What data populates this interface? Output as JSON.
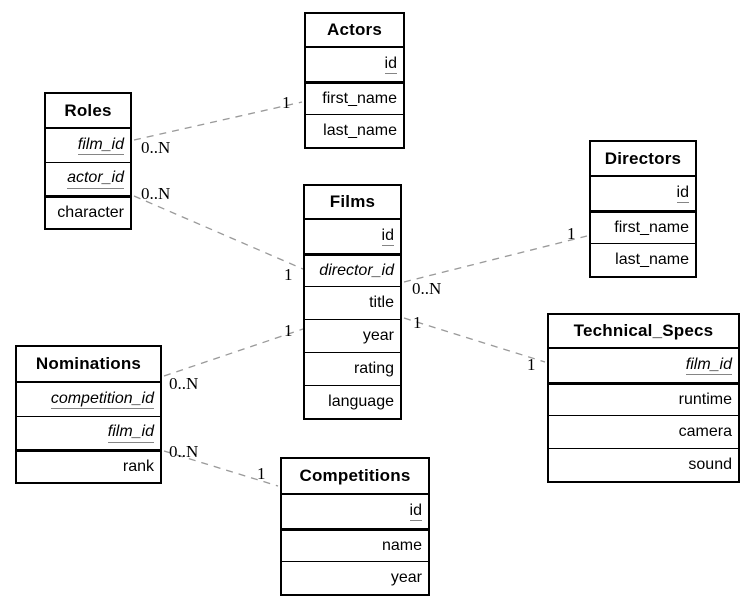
{
  "tables": [
    {
      "name": "Actors",
      "fields": [
        {
          "label": "id",
          "pk": true,
          "fk": false
        },
        {
          "label": "first_name",
          "pk": false,
          "fk": false
        },
        {
          "label": "last_name",
          "pk": false,
          "fk": false
        }
      ]
    },
    {
      "name": "Roles",
      "fields": [
        {
          "label": "film_id",
          "pk": true,
          "fk": true
        },
        {
          "label": "actor_id",
          "pk": true,
          "fk": true
        },
        {
          "label": "character",
          "pk": false,
          "fk": false
        }
      ]
    },
    {
      "name": "Films",
      "fields": [
        {
          "label": "id",
          "pk": true,
          "fk": false
        },
        {
          "label": "director_id",
          "pk": false,
          "fk": true
        },
        {
          "label": "title",
          "pk": false,
          "fk": false
        },
        {
          "label": "year",
          "pk": false,
          "fk": false
        },
        {
          "label": "rating",
          "pk": false,
          "fk": false
        },
        {
          "label": "language",
          "pk": false,
          "fk": false
        }
      ]
    },
    {
      "name": "Directors",
      "fields": [
        {
          "label": "id",
          "pk": true,
          "fk": false
        },
        {
          "label": "first_name",
          "pk": false,
          "fk": false
        },
        {
          "label": "last_name",
          "pk": false,
          "fk": false
        }
      ]
    },
    {
      "name": "Nominations",
      "fields": [
        {
          "label": "competition_id",
          "pk": true,
          "fk": true
        },
        {
          "label": "film_id",
          "pk": true,
          "fk": true
        },
        {
          "label": "rank",
          "pk": false,
          "fk": false
        }
      ]
    },
    {
      "name": "Technical_Specs",
      "fields": [
        {
          "label": "film_id",
          "pk": true,
          "fk": true
        },
        {
          "label": "runtime",
          "pk": false,
          "fk": false
        },
        {
          "label": "camera",
          "pk": false,
          "fk": false
        },
        {
          "label": "sound",
          "pk": false,
          "fk": false
        }
      ]
    },
    {
      "name": "Competitions",
      "fields": [
        {
          "label": "id",
          "pk": true,
          "fk": false
        },
        {
          "label": "name",
          "pk": false,
          "fk": false
        },
        {
          "label": "year",
          "pk": false,
          "fk": false
        }
      ]
    }
  ],
  "relationships": [
    {
      "from": "Roles",
      "to": "Actors",
      "from_card": "0..N",
      "to_card": "1"
    },
    {
      "from": "Roles",
      "to": "Films",
      "from_card": "0..N",
      "to_card": "1"
    },
    {
      "from": "Films",
      "to": "Directors",
      "from_card": "0..N",
      "to_card": "1"
    },
    {
      "from": "Nominations",
      "to": "Films",
      "from_card": "0..N",
      "to_card": "1"
    },
    {
      "from": "Films",
      "to": "Technical_Specs",
      "from_card": "1",
      "to_card": "1"
    },
    {
      "from": "Nominations",
      "to": "Competitions",
      "from_card": "0..N",
      "to_card": "1"
    }
  ],
  "colors": {
    "background": "#ffffff",
    "table_border": "#000000",
    "text": "#000000",
    "relationship_line": "#999999",
    "pk_underline": "#858585"
  }
}
